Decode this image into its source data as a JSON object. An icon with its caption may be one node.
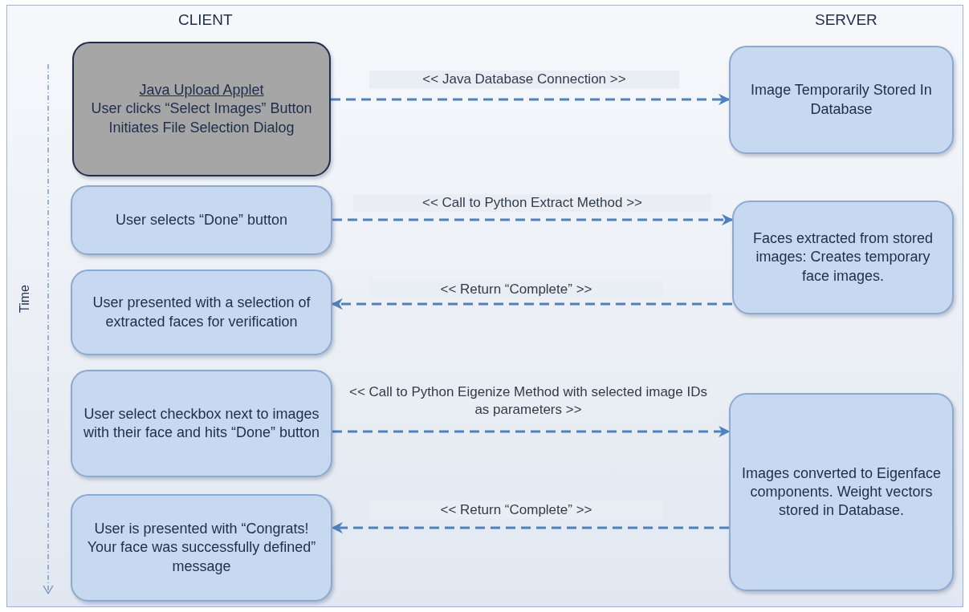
{
  "diagram": {
    "nodes": [
      {
        "text": [
          "Java Upload Applet",
          "User clicks “Select Images” Button Initiates File Selection Dialog"
        ]
      },
      {
        "text": [
          "User selects “Done” button"
        ]
      },
      {
        "text": [
          "User presented with a selection of extracted faces for verification"
        ]
      },
      {
        "text": [
          "User select checkbox next to images with their face and hits “Done” button"
        ]
      },
      {
        "text": [
          "User is presented with “Congrats! Your face was successfully defined” message"
        ]
      },
      {
        "text": [
          "Image Temporarily Stored In Database"
        ]
      },
      {
        "text": [
          "Faces extracted from stored images: Creates temporary face images."
        ]
      },
      {
        "text": [
          "Images converted to Eigenface components. Weight vectors stored in Database."
        ]
      }
    ],
    "edges": [
      {
        "from": 0,
        "to": 5,
        "arrow": "to",
        "label": "<< Java Database Connection >>",
        "style": "dashed"
      },
      {
        "from": 1,
        "to": 6,
        "arrow": "to",
        "label": "<< Call to Python Extract Method >>",
        "style": "dashed"
      },
      {
        "from": 6,
        "to": 2,
        "arrow": "to",
        "label": "<< Return “Complete” >>",
        "style": "dashed"
      },
      {
        "from": 3,
        "to": 7,
        "arrow": "to",
        "label": "<< Call to Python Eigenize Method with selected image IDs as parameters >>",
        "style": "dashed"
      },
      {
        "from": 7,
        "to": 4,
        "arrow": "to",
        "label": "<< Return “Complete” >>",
        "style": "dashed"
      }
    ],
    "labels": [
      "CLIENT",
      "SERVER",
      "Time"
    ]
  }
}
